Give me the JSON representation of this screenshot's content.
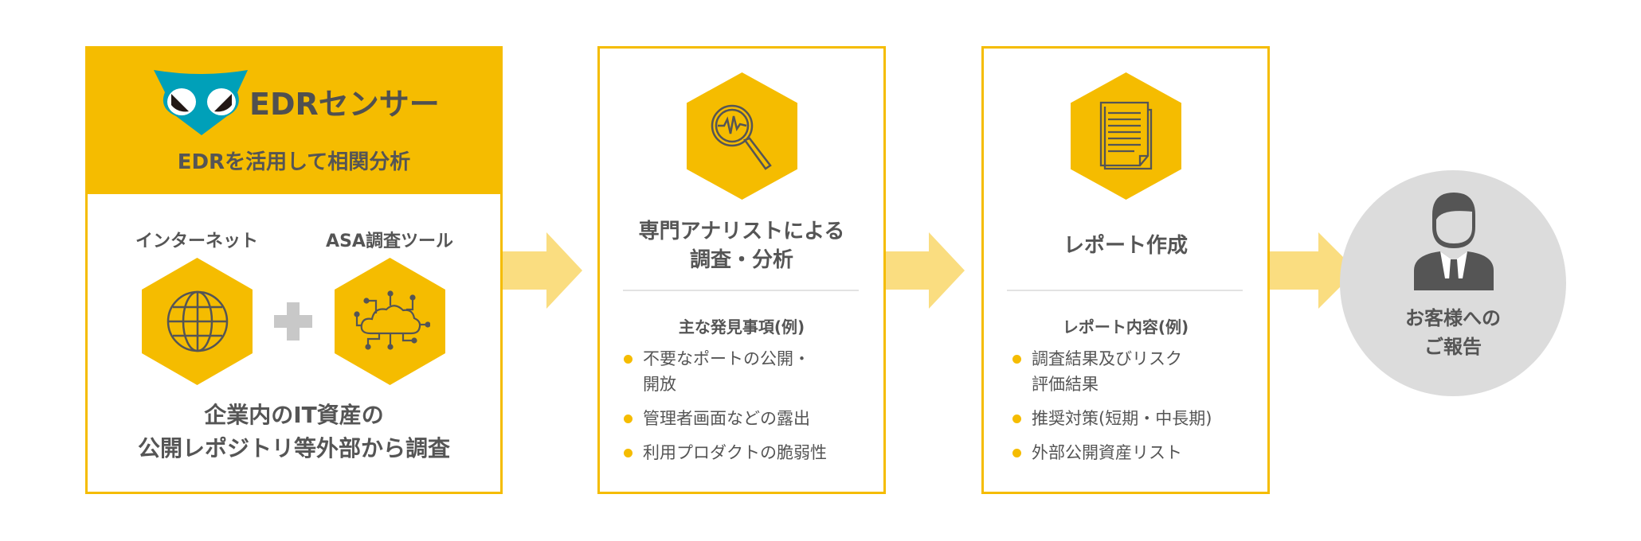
{
  "colors": {
    "accent": "#F5BC00",
    "arrow": "#FADD80",
    "text": "#555555",
    "circle": "#DCDCDC",
    "logo": "#00A0B9"
  },
  "step1": {
    "logo_text": "EDRセンサー",
    "subtitle": "EDRを活用して相関分析",
    "source_left": {
      "label": "インターネット",
      "icon": "globe-icon"
    },
    "source_right": {
      "label": "ASA調査ツール",
      "icon": "cloud-network-icon"
    },
    "combine_icon": "plus-icon",
    "description": [
      "企業内のIT資産の",
      "公開レポジトリ等外部から調査"
    ]
  },
  "step2": {
    "icon": "magnifier-pulse-icon",
    "title": [
      "専門アナリストによる",
      "調査・分析"
    ],
    "subheading": "主な発見事項(例)",
    "items": [
      "不要なポートの公開・\n開放",
      "管理者画面などの露出",
      "利用プロダクトの脆弱性"
    ]
  },
  "step3": {
    "icon": "document-icon",
    "title": "レポート作成",
    "subheading": "レポート内容(例)",
    "items": [
      "調査結果及びリスク\n評価結果",
      "推奨対策(短期・中長期)",
      "外部公開資産リスト"
    ]
  },
  "step4": {
    "icon": "businessperson-icon",
    "label": [
      "お客様への",
      "ご報告"
    ]
  }
}
